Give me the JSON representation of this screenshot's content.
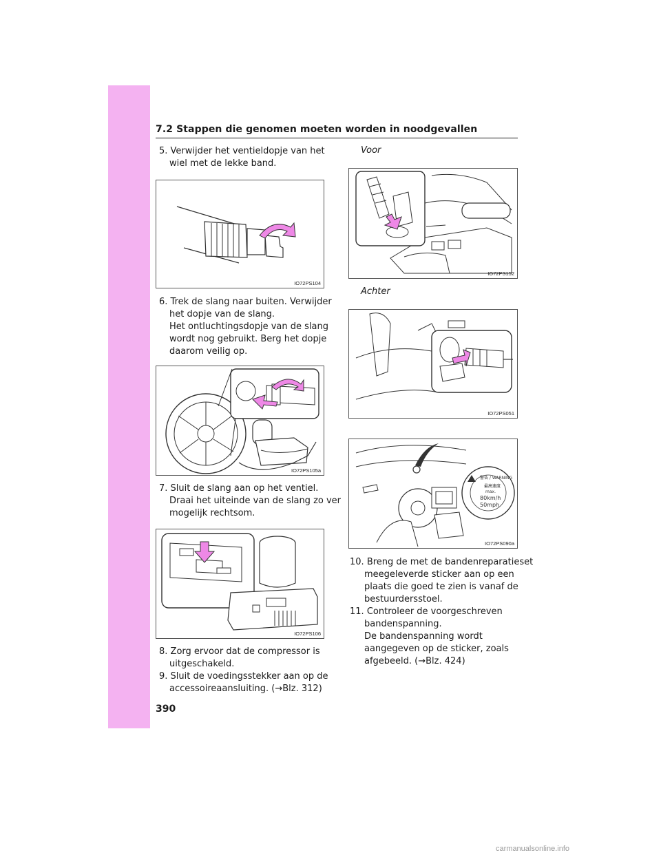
{
  "header": {
    "title": "7.2  Stappen die genomen moeten worden in noodgevallen"
  },
  "left_column": {
    "step5": {
      "num": "5.",
      "text_line1": "Verwijder het ventieldopje van het",
      "text_line2": "wiel met de lekke band."
    },
    "fig1_code": "IO72PS104",
    "step6": {
      "num": "6.",
      "text_line1": "Trek de slang naar buiten. Verwijder",
      "text_line2": "het dopje van de slang."
    },
    "step6_note": {
      "line1": "Het ontluchtingsdopje van de slang",
      "line2": "wordt nog gebruikt. Berg het dopje",
      "line3": "daarom veilig op."
    },
    "fig2_code": "IO72PS105a",
    "step7": {
      "num": "7.",
      "text_line1": "Sluit de slang aan op het ventiel."
    },
    "step7_note": {
      "line1": "Draai het uiteinde van de slang zo ver",
      "line2": "mogelijk rechtsom."
    },
    "fig3_code": "IO72PS106",
    "step8": {
      "num": "8.",
      "text_line1": "Zorg ervoor dat de compressor is",
      "text_line2": "uitgeschakeld."
    },
    "step9": {
      "num": "9.",
      "text_line1": "Sluit de voedingsstekker aan op de",
      "text_line2": "accessoireaansluiting. (→Blz. 312)"
    }
  },
  "right_column": {
    "voor_label": "Voor",
    "fig4_code": "IO72PS152",
    "achter_label": "Achter",
    "fig5_code": "IO72PS051",
    "fig6_code": "IO72PS090a",
    "sticker": {
      "warning": "警告 / WARNING",
      "max": "max.",
      "speed_kmh": "80km/h",
      "speed_mph": "50mph",
      "jp": "最高速度"
    },
    "step10": {
      "num": "10.",
      "line1": "Breng de met de bandenreparatieset",
      "line2": "meegeleverde sticker aan op een",
      "line3": "plaats die goed te zien is vanaf de",
      "line4": "bestuurdersstoel."
    },
    "step11": {
      "num": "11.",
      "line1": "Controleer de voorgeschreven",
      "line2": "bandenspanning."
    },
    "step11_note": {
      "line1": "De bandenspanning wordt",
      "line2": "aangegeven op de sticker, zoals",
      "line3": "afgebeeld. (→Blz. 424)"
    }
  },
  "page_number": "390",
  "watermark": "carmanualsonline.info",
  "colors": {
    "sidebar": "#f4b2f1",
    "arrow_pink": "#ee88e6",
    "text": "#1a1a1a"
  }
}
